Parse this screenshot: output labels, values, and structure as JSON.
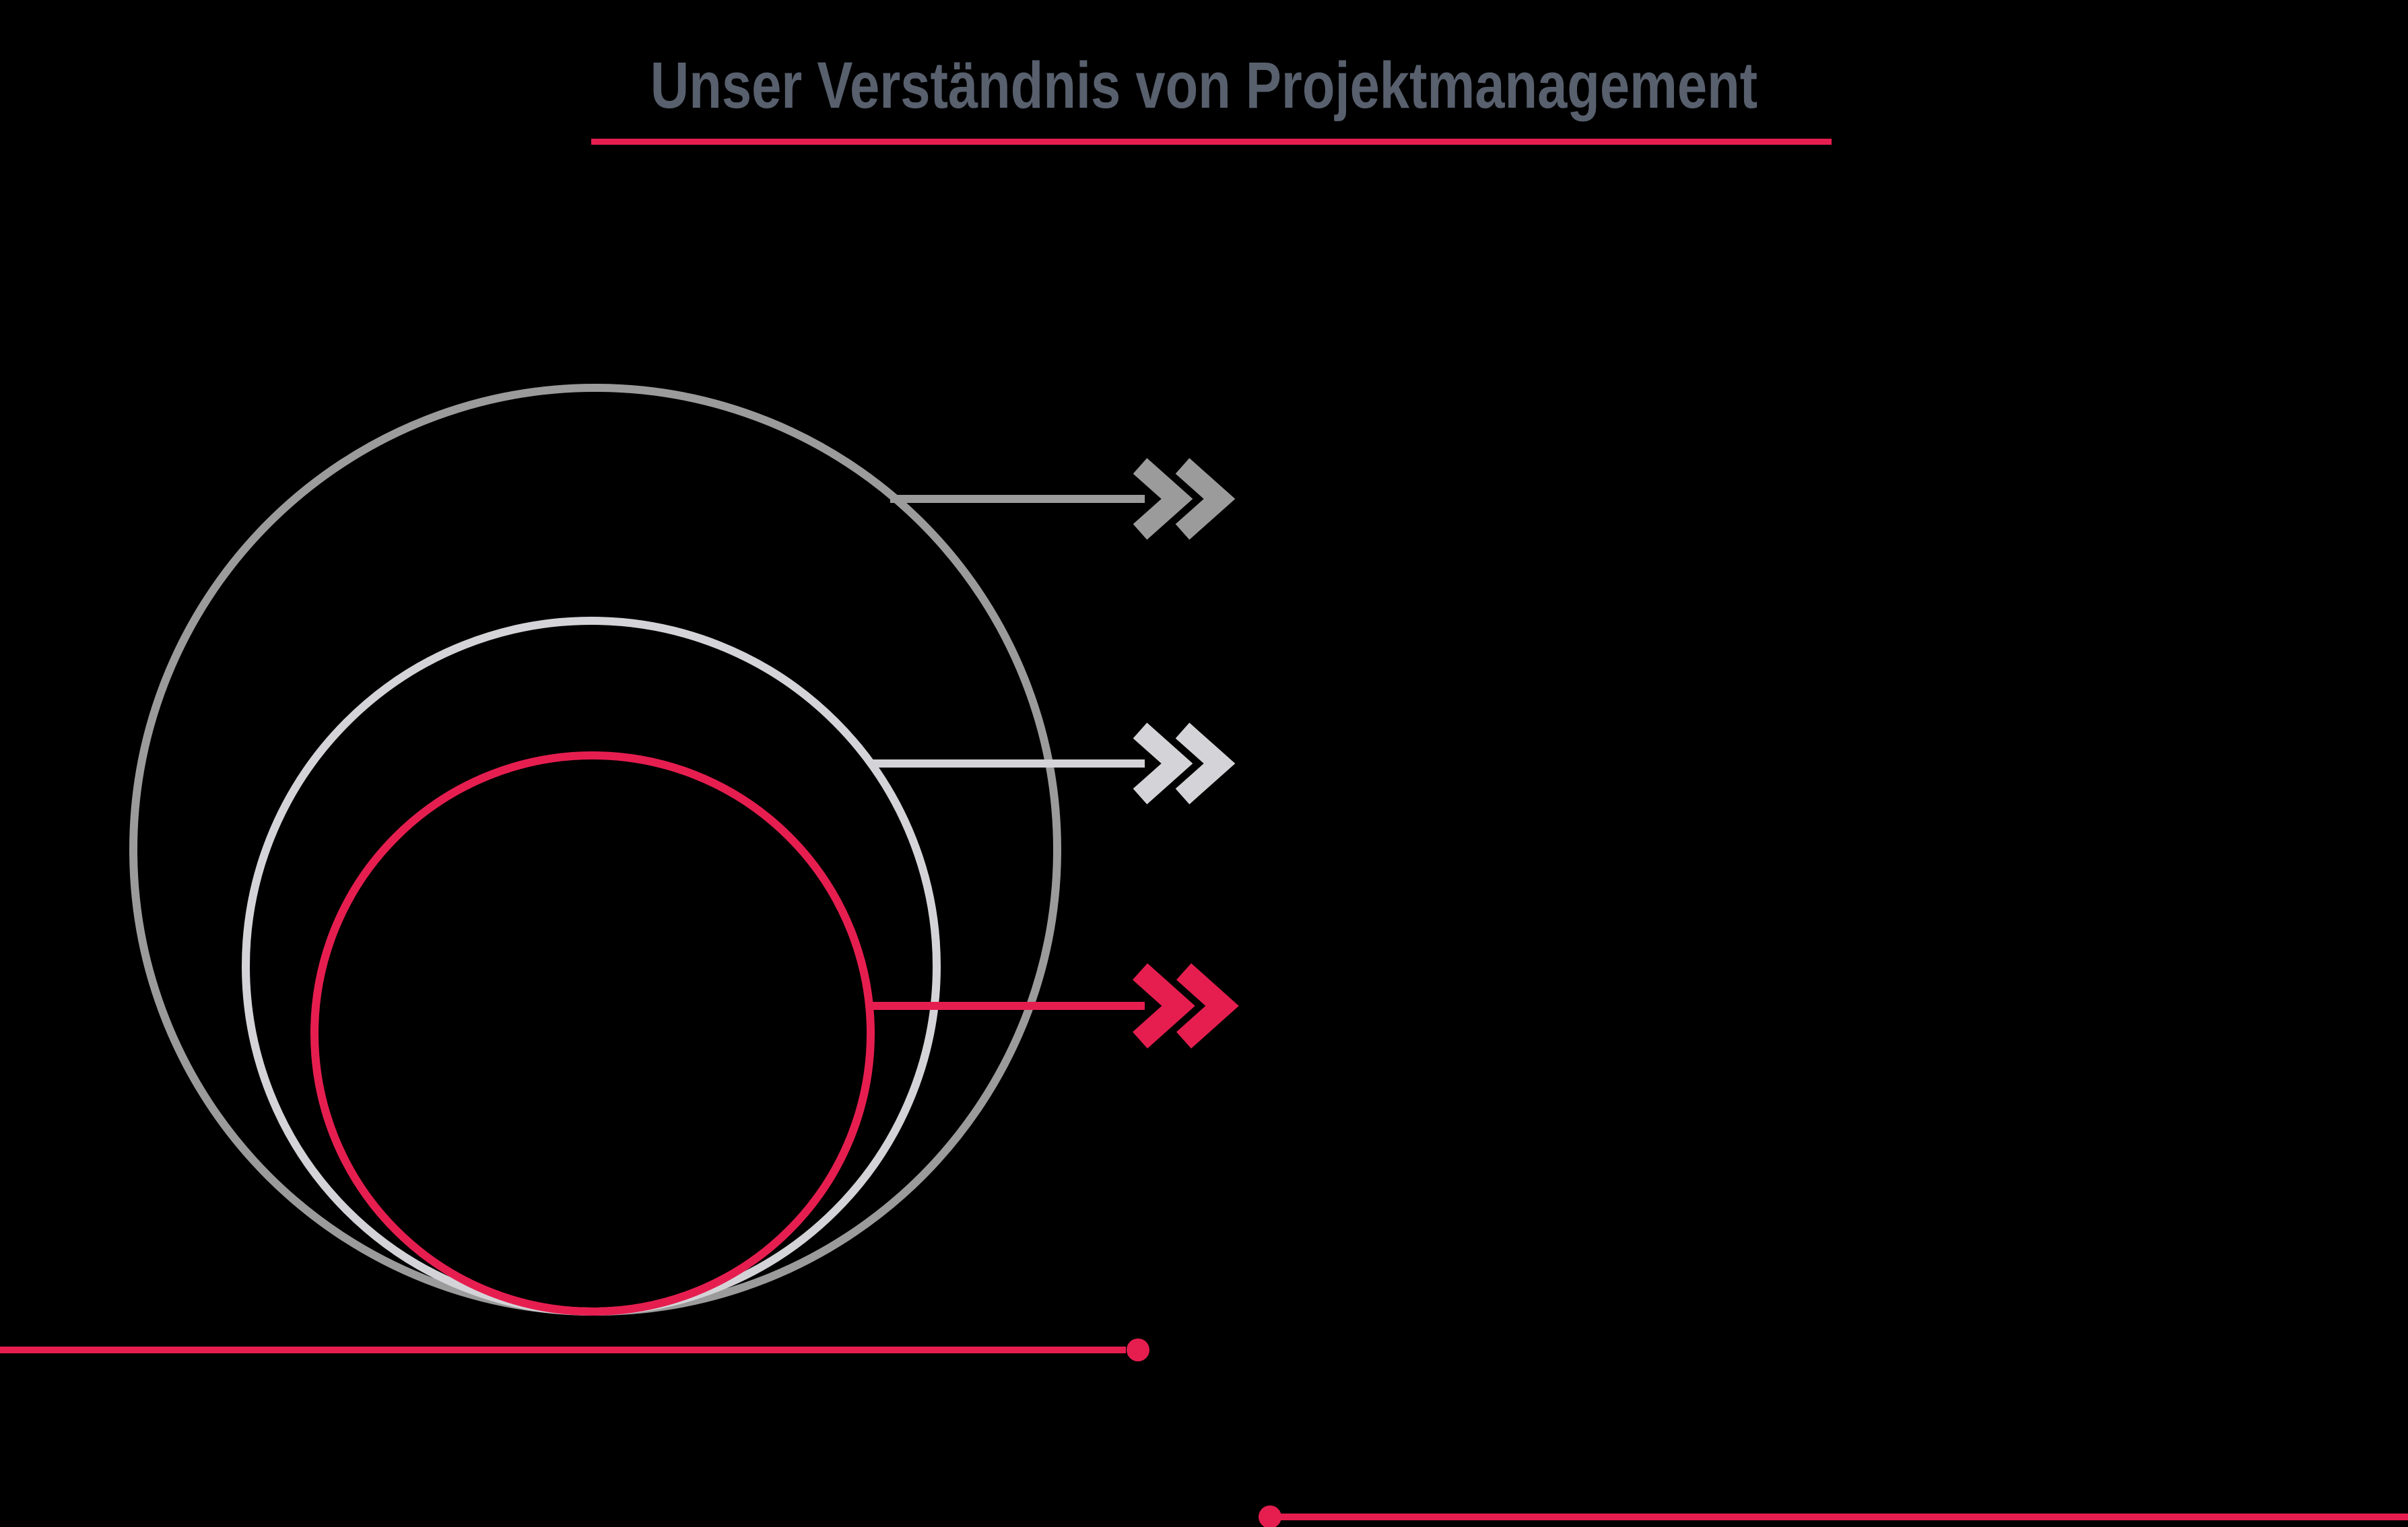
{
  "page": {
    "title": "Unser Verständnis von Projektmanagement",
    "background": "#000000"
  },
  "colors": {
    "accent_red": "#e61e50",
    "outer_circle_gray": "#9b9b9b",
    "middle_circle_gray": "#d4d4d8",
    "title_gray": "#58606e"
  },
  "diagram": {
    "circles": [
      {
        "id": "outer-circle",
        "color": "#9b9b9b"
      },
      {
        "id": "middle-circle",
        "color": "#d4d4d8"
      },
      {
        "id": "inner-circle",
        "color": "#e61e50"
      }
    ],
    "arrows": [
      {
        "id": "outer-arrow",
        "head": "double-chevron-right",
        "color": "#9b9b9b"
      },
      {
        "id": "middle-arrow",
        "head": "double-chevron-right",
        "color": "#d4d4d8"
      },
      {
        "id": "inner-arrow",
        "head": "double-chevron-right",
        "color": "#e61e50"
      }
    ],
    "footer_rules": [
      {
        "id": "bottom-left-rule",
        "terminator": "dot-right",
        "color": "#e61e50"
      },
      {
        "id": "bottom-right-rule",
        "terminator": "dot-left",
        "color": "#e61e50"
      }
    ]
  }
}
